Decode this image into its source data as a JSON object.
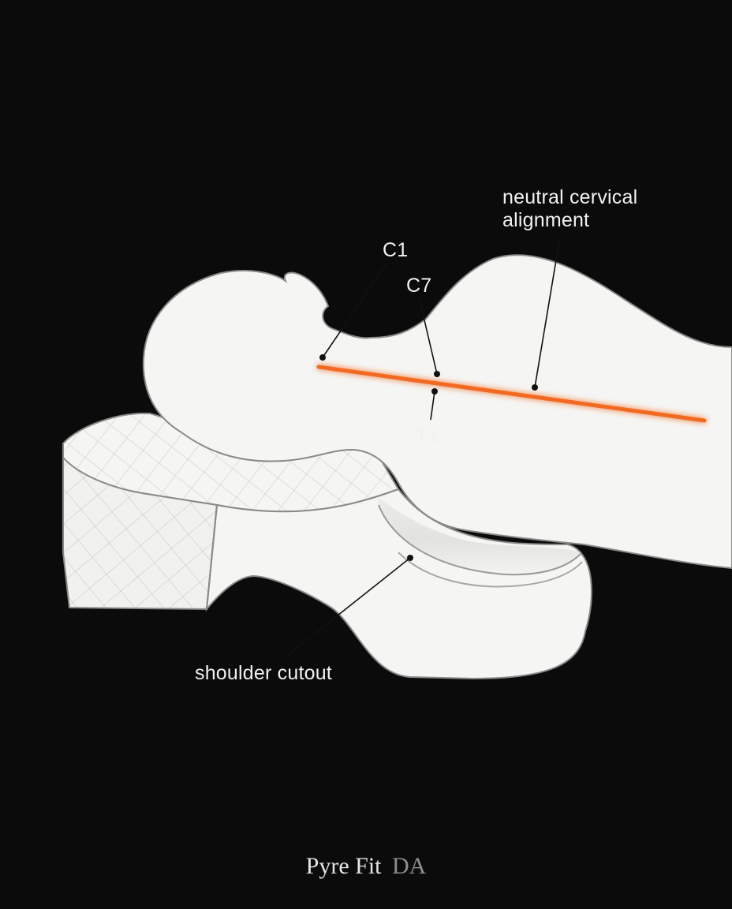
{
  "labels": {
    "alignment_line1": "neutral cervical",
    "alignment_line2": "alignment",
    "c1": "C1",
    "c7": "C7",
    "t1": "T1",
    "shoulder_cutout": "shoulder cutout"
  },
  "brand": {
    "name": "Pyre Fit",
    "suffix": "DA"
  },
  "colors": {
    "background": "#0b0b0b",
    "body_fill": "#f5f5f3",
    "outline": "#8a8a88",
    "alignment_line": "#f26a21",
    "label_text": "#f2f2f0",
    "brand_text": "#e6e6e4",
    "brand_suffix": "#8f8f8d"
  }
}
